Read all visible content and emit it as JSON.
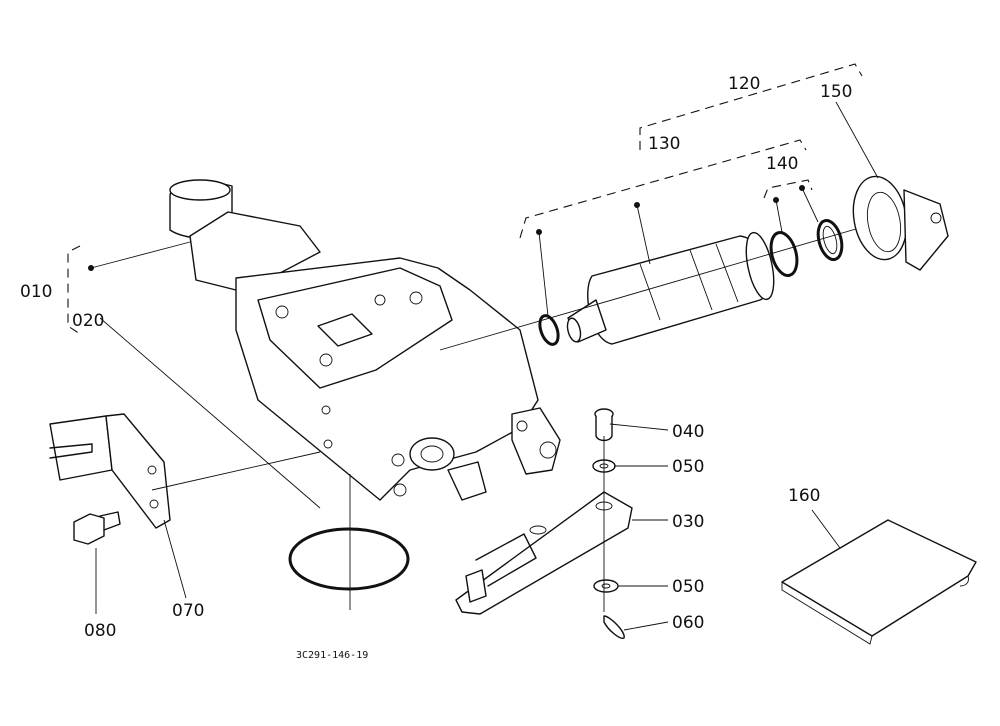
{
  "callouts": {
    "c010": "010",
    "c020": "020",
    "c030": "030",
    "c040": "040",
    "c050a": "050",
    "c050b": "050",
    "c060": "060",
    "c070": "070",
    "c080": "080",
    "c120": "120",
    "c130": "130",
    "c140": "140",
    "c150": "150",
    "c160": "160"
  },
  "figure_code": "3C291-146-19"
}
